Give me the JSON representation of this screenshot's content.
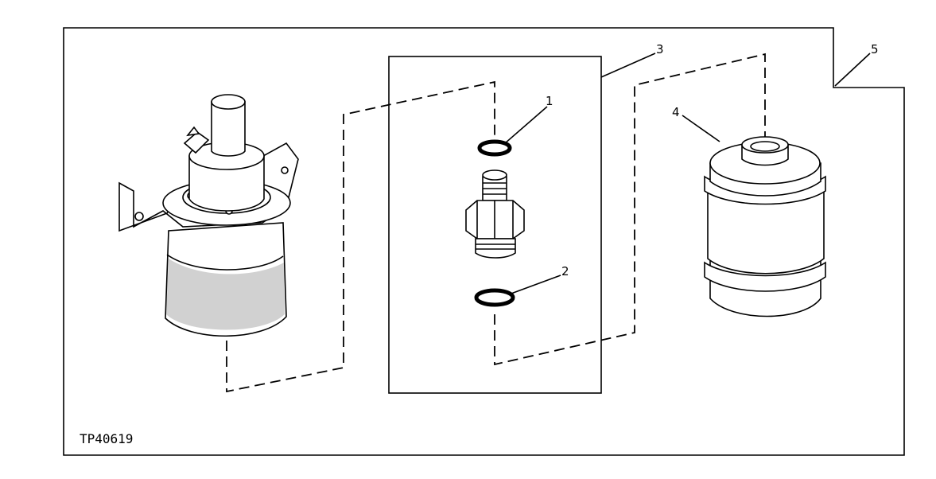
{
  "figure_id": "TP40619",
  "callouts": {
    "c1": "1",
    "c2": "2",
    "c3": "3",
    "c4": "4",
    "c5": "5"
  }
}
